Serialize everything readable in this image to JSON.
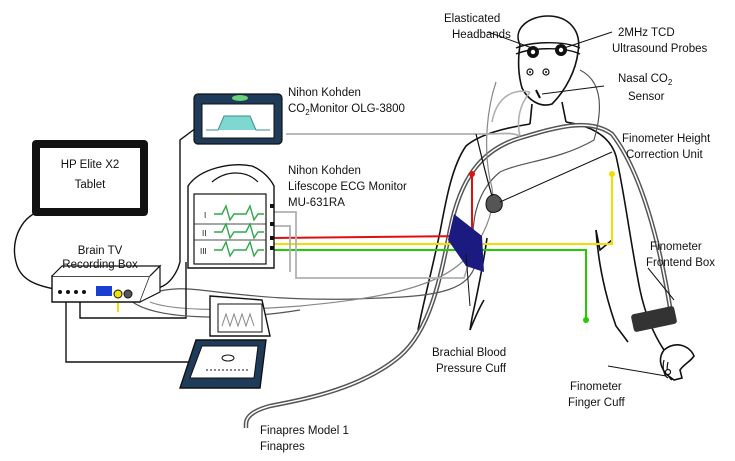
{
  "labels": {
    "headbands": [
      "Elasticated",
      "Headbands"
    ],
    "tcd": [
      "2MHz TCD",
      "Ultrasound Probes"
    ],
    "co2_sensor": [
      "Nasal CO",
      "2",
      "Sensor"
    ],
    "co2_monitor": [
      "Nihon Kohden",
      "CO",
      "2",
      "Monitor OLG-3800"
    ],
    "tablet": [
      "HP Elite X2",
      "Tablet"
    ],
    "ecg_monitor": [
      "Nihon Kohden",
      "Lifescope ECG Monitor",
      "MU-631RA"
    ],
    "height_unit": [
      "Finometer Height",
      "Correction Unit"
    ],
    "brain_tv": [
      "Brain TV",
      "Recording Box"
    ],
    "frontend_box": [
      "Finometer",
      "Frontend Box"
    ],
    "bp_cuff": [
      "Brachial Blood",
      "Pressure Cuff"
    ],
    "finger_cuff": [
      "Finometer",
      "Finger Cuff"
    ],
    "finapres": [
      "Finapres Model 1",
      "Finapres"
    ]
  },
  "ecg_leads": [
    "I",
    "II",
    "III"
  ],
  "colors": {
    "ecg_red": "#e01010",
    "ecg_yellow": "#f0e000",
    "ecg_green": "#22cc00",
    "co2_line": "#b0b0b0",
    "cuff_blue": "#1a1a80",
    "co2_screen": "#1f3b5a",
    "co2_wave": "#7fd8d0",
    "ecg_wave": "#2fa84a",
    "outline": "#111111"
  },
  "icons": [
    "monitor-icon",
    "tablet-icon",
    "recording-box-icon",
    "finapres-icon",
    "tcd-probe-icon"
  ]
}
